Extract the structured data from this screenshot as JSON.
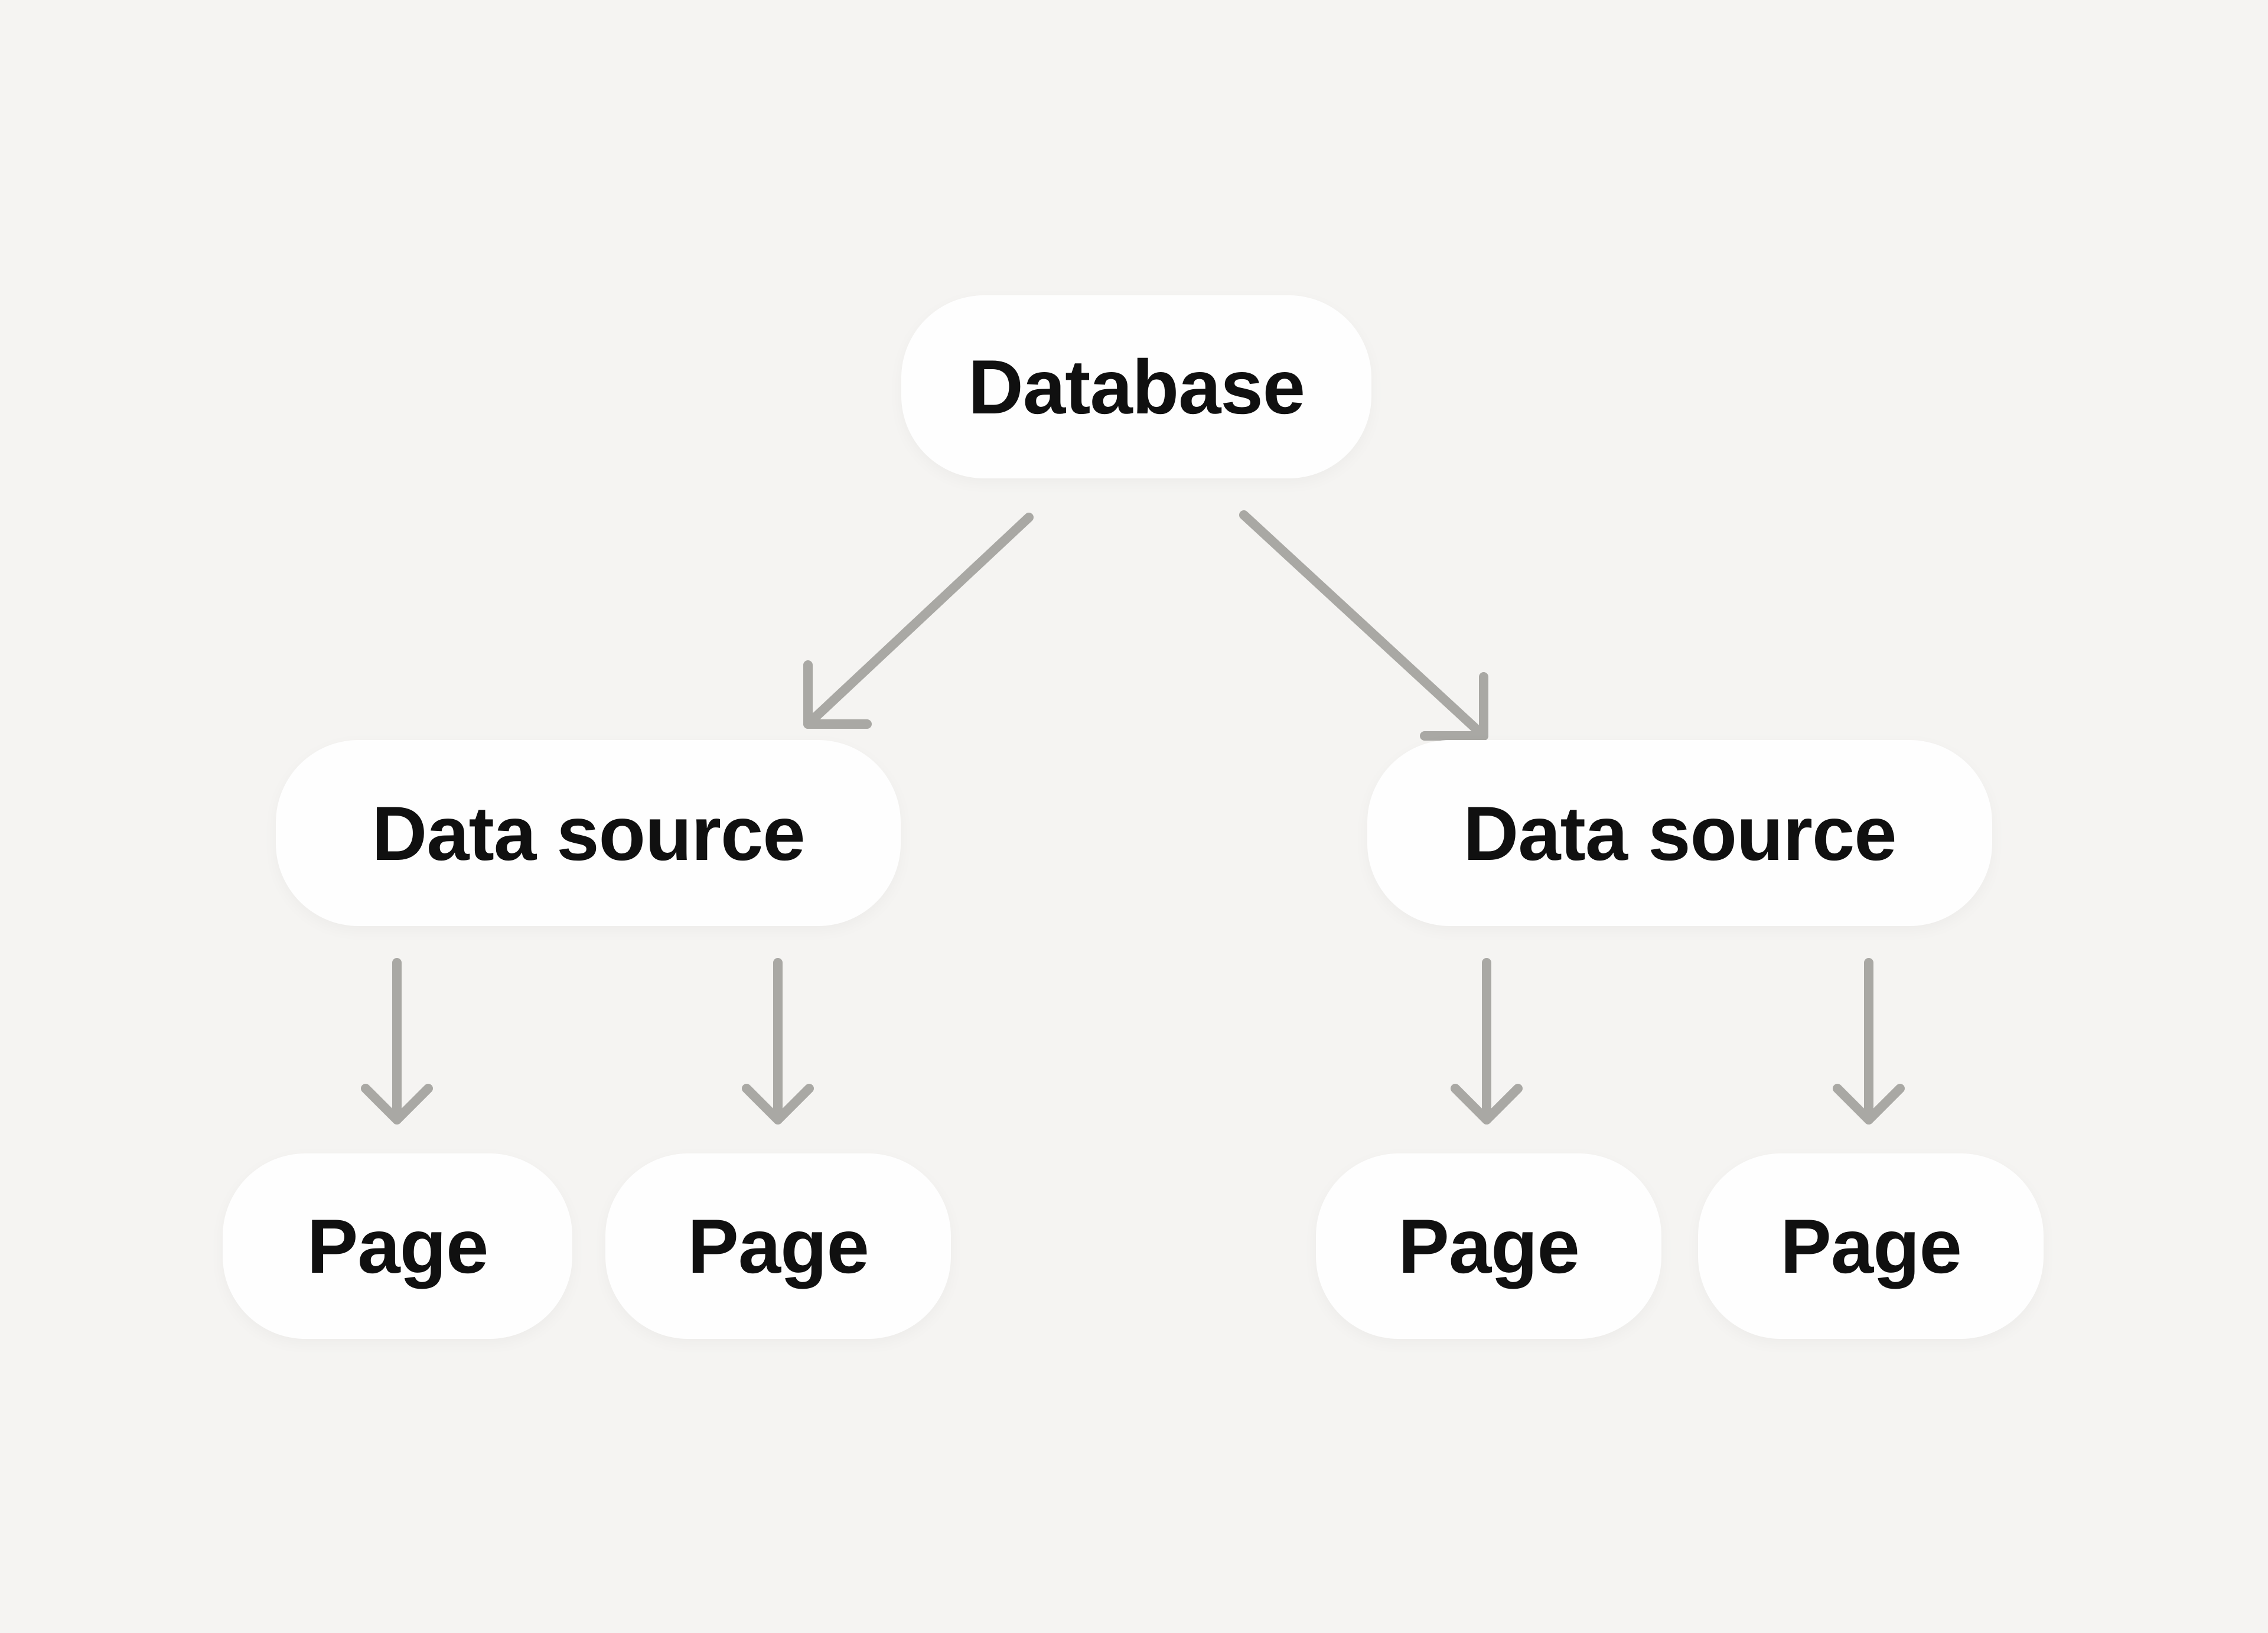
{
  "diagram": {
    "colors": {
      "bg": "#f5f4f2",
      "node-fill": "#fefefe",
      "text": "#101010",
      "arrow": "#a9a8a4"
    },
    "nodes": [
      {
        "id": "database",
        "label": "Database"
      },
      {
        "id": "datasource-left",
        "label": "Data source"
      },
      {
        "id": "datasource-right",
        "label": "Data source"
      },
      {
        "id": "page-1",
        "label": "Page"
      },
      {
        "id": "page-2",
        "label": "Page"
      },
      {
        "id": "page-3",
        "label": "Page"
      },
      {
        "id": "page-4",
        "label": "Page"
      }
    ],
    "edges": [
      {
        "from": "database",
        "to": "datasource-left"
      },
      {
        "from": "database",
        "to": "datasource-right"
      },
      {
        "from": "datasource-left",
        "to": "page-1"
      },
      {
        "from": "datasource-left",
        "to": "page-2"
      },
      {
        "from": "datasource-right",
        "to": "page-3"
      },
      {
        "from": "datasource-right",
        "to": "page-4"
      }
    ]
  }
}
